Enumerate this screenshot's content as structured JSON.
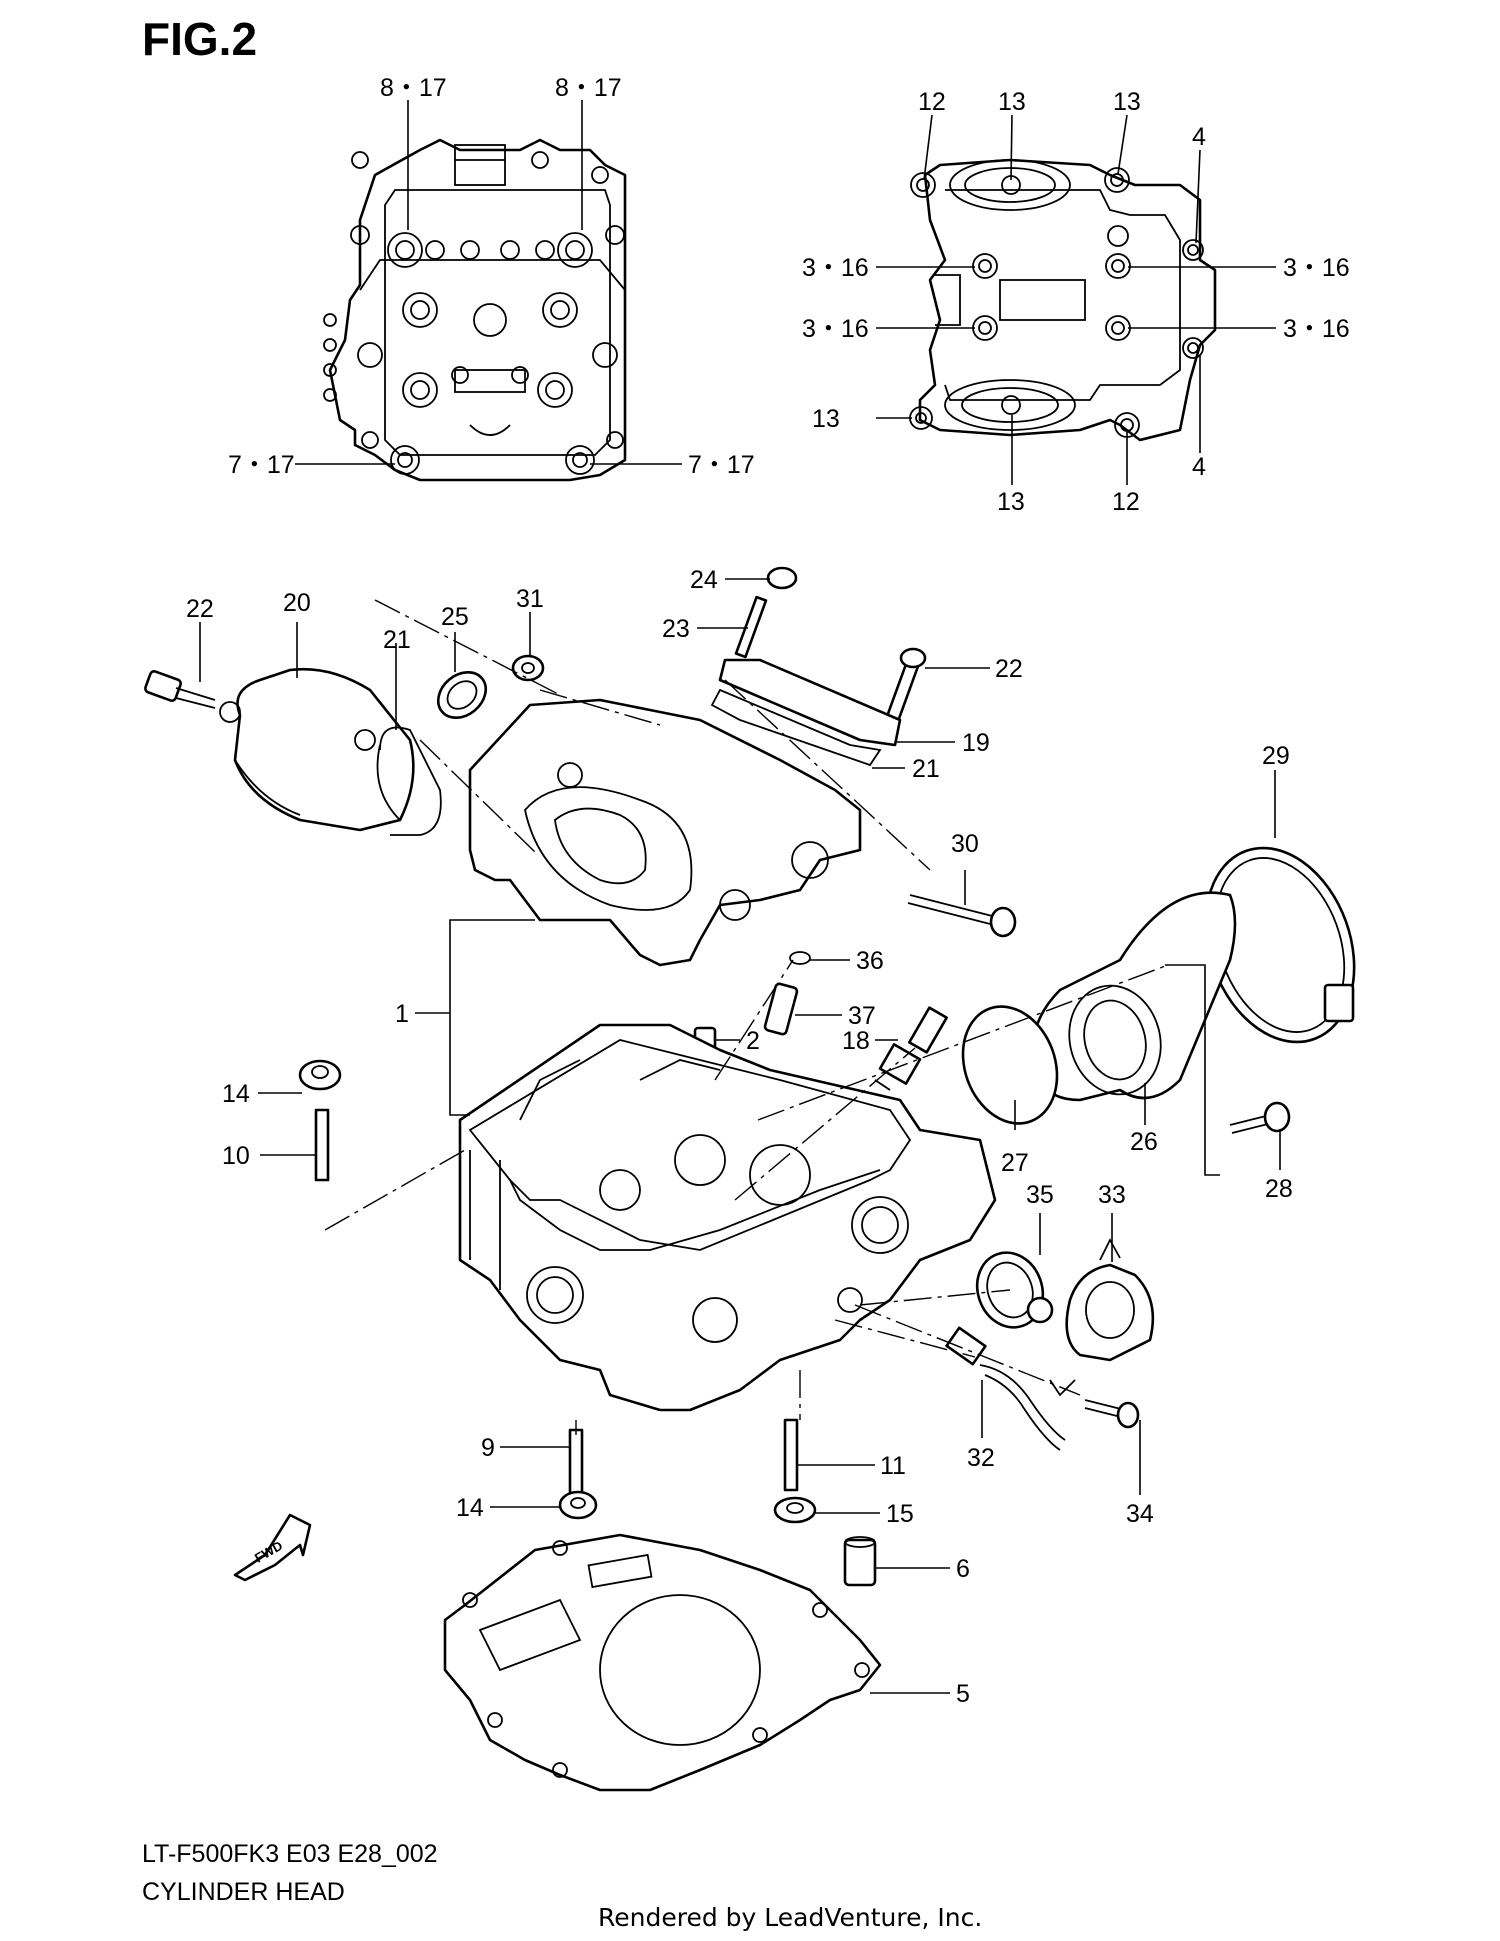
{
  "figure": {
    "title": "FIG.2",
    "model_code": "LT-F500FK3 E03 E28_002",
    "section_name": "CYLINDER HEAD",
    "credit": "Rendered by LeadVenture, Inc.",
    "fwd_label": "FWD"
  },
  "callouts": [
    {
      "id": "c-8-17-a",
      "text": "8・17"
    },
    {
      "id": "c-8-17-b",
      "text": "8・17"
    },
    {
      "id": "c-7-17-a",
      "text": "7・17"
    },
    {
      "id": "c-7-17-b",
      "text": "7・17"
    },
    {
      "id": "c-12-a",
      "text": "12"
    },
    {
      "id": "c-13-a",
      "text": "13"
    },
    {
      "id": "c-13-b",
      "text": "13"
    },
    {
      "id": "c-4-a",
      "text": "4"
    },
    {
      "id": "c-3-16-a",
      "text": "3・16"
    },
    {
      "id": "c-3-16-b",
      "text": "3・16"
    },
    {
      "id": "c-3-16-c",
      "text": "3・16"
    },
    {
      "id": "c-3-16-d",
      "text": "3・16"
    },
    {
      "id": "c-13-c",
      "text": "13"
    },
    {
      "id": "c-4-b",
      "text": "4"
    },
    {
      "id": "c-13-d",
      "text": "13"
    },
    {
      "id": "c-12-b",
      "text": "12"
    },
    {
      "id": "c-24",
      "text": "24"
    },
    {
      "id": "c-23",
      "text": "23"
    },
    {
      "id": "c-22-a",
      "text": "22"
    },
    {
      "id": "c-20",
      "text": "20"
    },
    {
      "id": "c-21-a",
      "text": "21"
    },
    {
      "id": "c-25",
      "text": "25"
    },
    {
      "id": "c-31",
      "text": "31"
    },
    {
      "id": "c-22-b",
      "text": "22"
    },
    {
      "id": "c-19",
      "text": "19"
    },
    {
      "id": "c-21-b",
      "text": "21"
    },
    {
      "id": "c-29",
      "text": "29"
    },
    {
      "id": "c-30",
      "text": "30"
    },
    {
      "id": "c-36",
      "text": "36"
    },
    {
      "id": "c-37",
      "text": "37"
    },
    {
      "id": "c-1",
      "text": "1"
    },
    {
      "id": "c-2",
      "text": "2"
    },
    {
      "id": "c-18",
      "text": "18"
    },
    {
      "id": "c-14-a",
      "text": "14"
    },
    {
      "id": "c-10",
      "text": "10"
    },
    {
      "id": "c-26",
      "text": "26"
    },
    {
      "id": "c-27",
      "text": "27"
    },
    {
      "id": "c-28",
      "text": "28"
    },
    {
      "id": "c-35",
      "text": "35"
    },
    {
      "id": "c-33",
      "text": "33"
    },
    {
      "id": "c-9",
      "text": "9"
    },
    {
      "id": "c-11",
      "text": "11"
    },
    {
      "id": "c-32",
      "text": "32"
    },
    {
      "id": "c-14-b",
      "text": "14"
    },
    {
      "id": "c-15",
      "text": "15"
    },
    {
      "id": "c-34",
      "text": "34"
    },
    {
      "id": "c-6",
      "text": "6"
    },
    {
      "id": "c-5",
      "text": "5"
    }
  ]
}
